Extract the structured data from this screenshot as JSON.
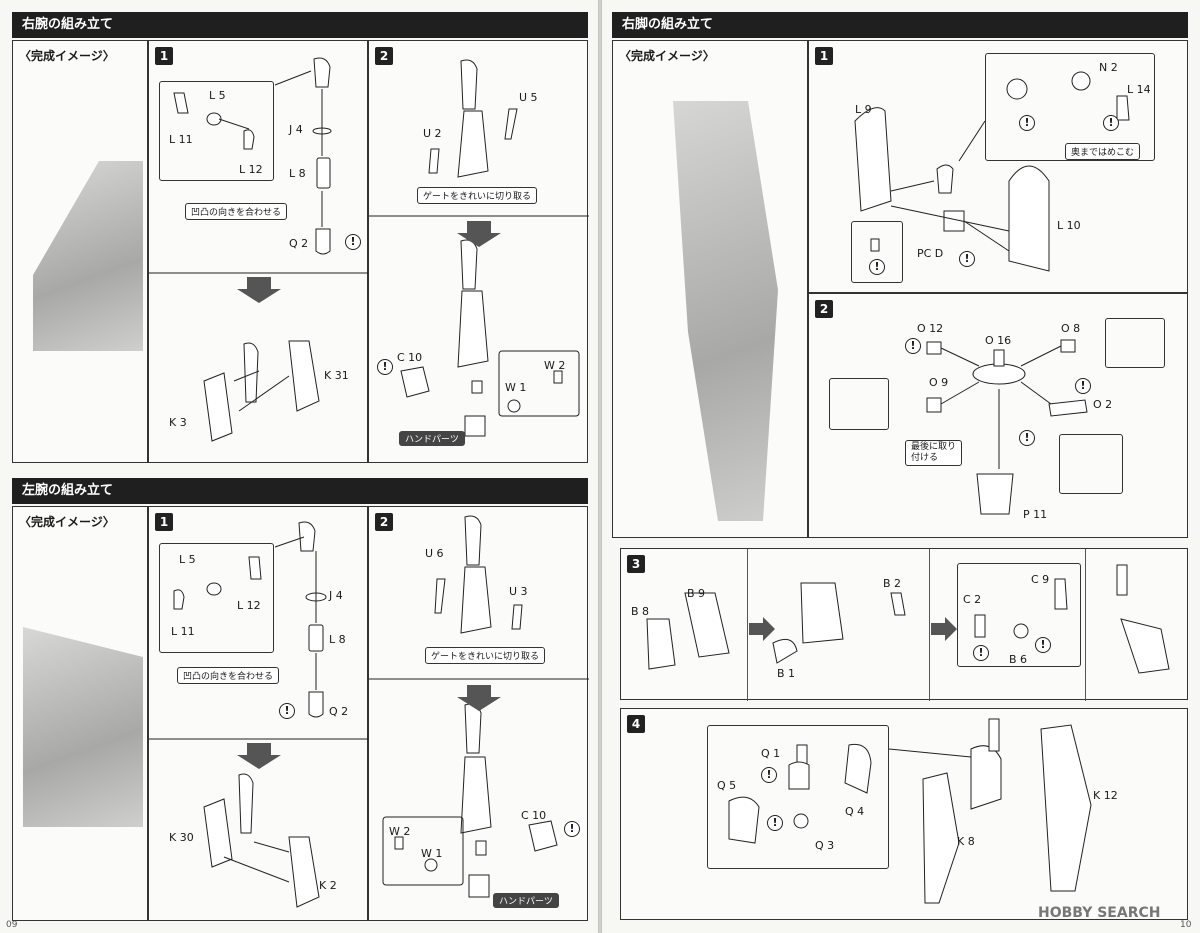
{
  "left_page": {
    "right_arm": {
      "title": "右腕の組み立て",
      "preview_label": "〈完成イメージ〉",
      "step1": {
        "num": "1",
        "parts": [
          "L 5",
          "L 11",
          "L 12",
          "J 4",
          "L 8",
          "Q 2"
        ],
        "callout": "凹凸の向きを合わせる",
        "sub_parts": [
          "K 31",
          "K 3"
        ]
      },
      "step2": {
        "num": "2",
        "parts": [
          "U 5",
          "U 2",
          "C 10",
          "W 2",
          "W 1"
        ],
        "callout": "ゲートをきれいに切り取る",
        "hand_label": "ハンドパーツ"
      }
    },
    "left_arm": {
      "title": "左腕の組み立て",
      "preview_label": "〈完成イメージ〉",
      "step1": {
        "num": "1",
        "parts": [
          "L 5",
          "L 12",
          "L 11",
          "J 4",
          "L 8",
          "Q 2"
        ],
        "callout": "凹凸の向きを合わせる",
        "sub_parts": [
          "K 30",
          "K 2"
        ]
      },
      "step2": {
        "num": "2",
        "parts": [
          "U 6",
          "U 3",
          "C 10",
          "W 2",
          "W 1"
        ],
        "callout": "ゲートをきれいに切り取る",
        "hand_label": "ハンドパーツ"
      }
    },
    "page_number": "09"
  },
  "right_page": {
    "right_leg": {
      "title": "右脚の組み立て",
      "preview_label": "〈完成イメージ〉",
      "step1": {
        "num": "1",
        "parts": [
          "L 9",
          "N 2",
          "L 14",
          "L 10",
          "PC D"
        ],
        "callout": "奥まではめこむ"
      },
      "step2": {
        "num": "2",
        "parts": [
          "O 12",
          "O 16",
          "O 8",
          "O 9",
          "O 2",
          "P 11"
        ],
        "callout": "最後に取り\n付ける"
      },
      "step3": {
        "num": "3",
        "parts": [
          "B 8",
          "B 9",
          "B 2",
          "B 1",
          "C 9",
          "C 2",
          "B 6"
        ]
      },
      "step4": {
        "num": "4",
        "parts": [
          "Q 1",
          "Q 5",
          "Q 4",
          "Q 3",
          "K 8",
          "K 12"
        ]
      }
    },
    "page_number": "10",
    "watermark": "HOBBY SEARCH"
  }
}
